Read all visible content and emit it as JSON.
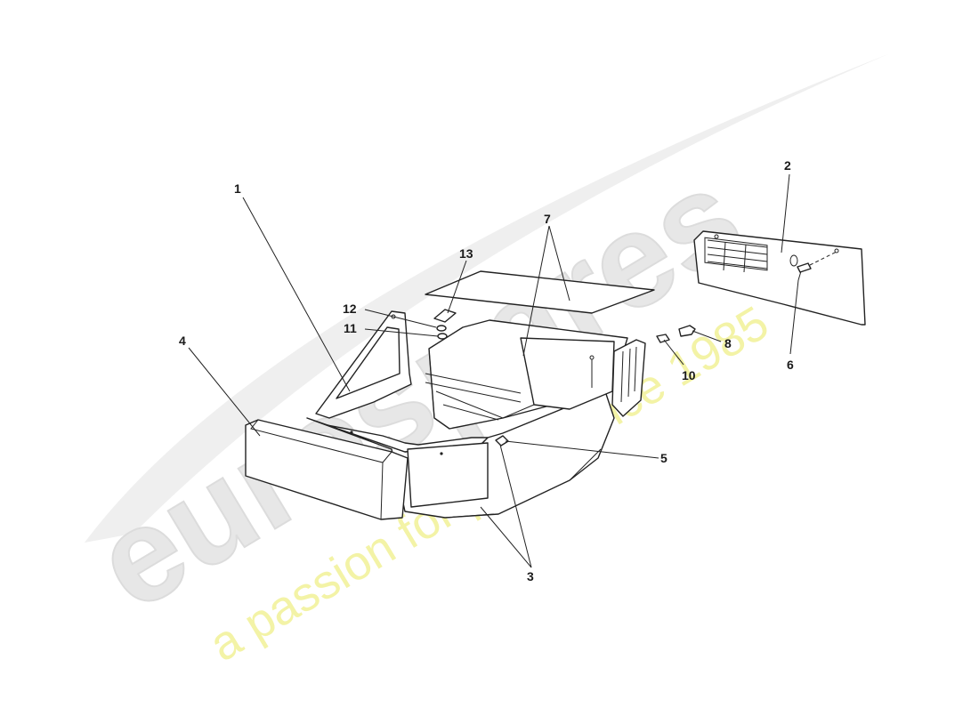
{
  "watermark": {
    "logo_text": "eurospares",
    "tagline": "a passion for parts since 1985"
  },
  "callouts": [
    {
      "id": "c1",
      "label": "1"
    },
    {
      "id": "c2",
      "label": "2"
    },
    {
      "id": "c3",
      "label": "3"
    },
    {
      "id": "c4",
      "label": "4"
    },
    {
      "id": "c5",
      "label": "5"
    },
    {
      "id": "c6",
      "label": "6"
    },
    {
      "id": "c7",
      "label": "7"
    },
    {
      "id": "c8",
      "label": "8"
    },
    {
      "id": "c10",
      "label": "10"
    },
    {
      "id": "c11",
      "label": "11"
    },
    {
      "id": "c12",
      "label": "12"
    },
    {
      "id": "c13",
      "label": "13"
    }
  ]
}
